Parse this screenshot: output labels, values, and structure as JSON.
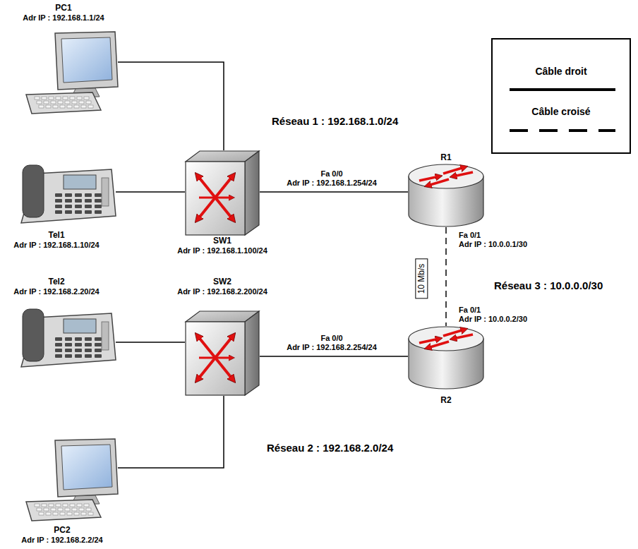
{
  "diagram": {
    "nodes": [
      {
        "text": [
          "PC1",
          "Adr IP : 192.168.1.1/24"
        ]
      },
      {
        "text": [
          "Tel1",
          "Adr IP : 192.168.1.10/24"
        ]
      },
      {
        "text": [
          "SW1",
          "Adr IP : 192.168.1.100/24"
        ]
      },
      {
        "text": [
          "R1"
        ]
      },
      {
        "text": [
          "R2"
        ]
      },
      {
        "text": [
          "Tel2",
          "Adr IP : 192.168.2.20/24"
        ]
      },
      {
        "text": [
          "SW2",
          "Adr IP : 192.168.2.200/24"
        ]
      },
      {
        "text": [
          "PC2",
          "Adr IP : 192.168.2.2/24"
        ]
      }
    ],
    "edges": [
      {
        "from": 0,
        "to": 2,
        "arrow": "none"
      },
      {
        "from": 1,
        "to": 2,
        "arrow": "none"
      },
      {
        "from": 2,
        "to": 3,
        "arrow": "none"
      },
      {
        "from": 3,
        "to": 4,
        "label": "10 Mb/s",
        "arrow": "none"
      },
      {
        "from": 4,
        "to": 6,
        "arrow": "none"
      },
      {
        "from": 6,
        "to": 5,
        "arrow": "none"
      },
      {
        "from": 6,
        "to": 7,
        "arrow": "none"
      }
    ],
    "labels": [
      "Réseau 1 : 192.168.1.0/24",
      "Fa 0/0",
      "Adr IP : 192.168.1.254/24",
      "Fa 0/1",
      "Adr IP : 10.0.0.1/30",
      "Réseau 3 : 10.0.0.0/30",
      "Fa 0/1",
      "Adr IP : 10.0.0.2/30",
      "Fa 0/0",
      "Adr IP : 192.168.2.254/24",
      "Réseau 2 : 192.168.2.0/24"
    ],
    "legend": [
      {
        "text": "Câble droit"
      },
      {
        "text": "Câble croisé"
      }
    ]
  }
}
